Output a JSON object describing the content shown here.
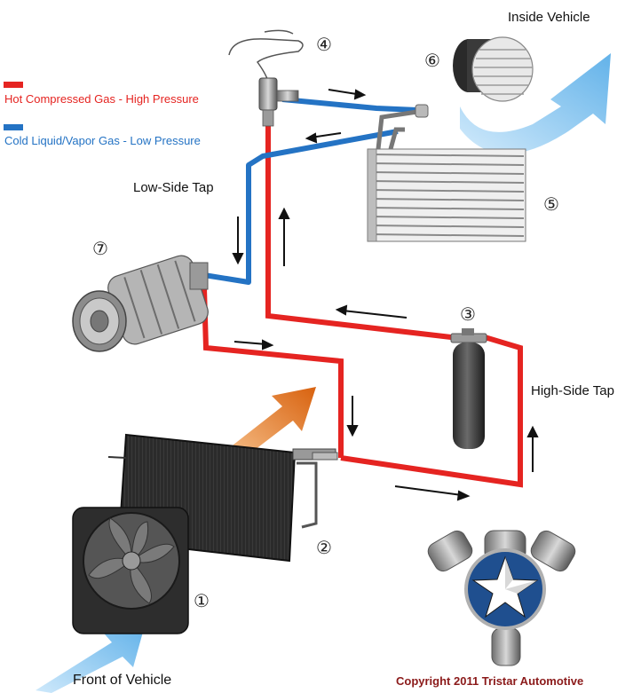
{
  "legend": {
    "hot": {
      "label": "Hot Compressed Gas - High Pressure",
      "color": "#e52421"
    },
    "cold": {
      "label": "Cold Liquid/Vapor Gas - Low Pressure",
      "color": "#2473c4"
    }
  },
  "labels": {
    "inside_vehicle": "Inside Vehicle",
    "front_of_vehicle": "Front of Vehicle",
    "low_side_tap": "Low-Side Tap",
    "high_side_tap": "High-Side Tap"
  },
  "components": {
    "fan": "①",
    "condenser": "②",
    "receiver_drier": "③",
    "expansion_valve": "④",
    "evaporator": "⑤",
    "blower": "⑥",
    "compressor": "⑦"
  },
  "copyright": {
    "text": "Copyright 2011 Tristar Automotive",
    "color": "#8b1a1a"
  },
  "colors": {
    "airflow_in": "#7cc0ee",
    "airflow_hot": "#e07020",
    "arrow": "#111111"
  }
}
